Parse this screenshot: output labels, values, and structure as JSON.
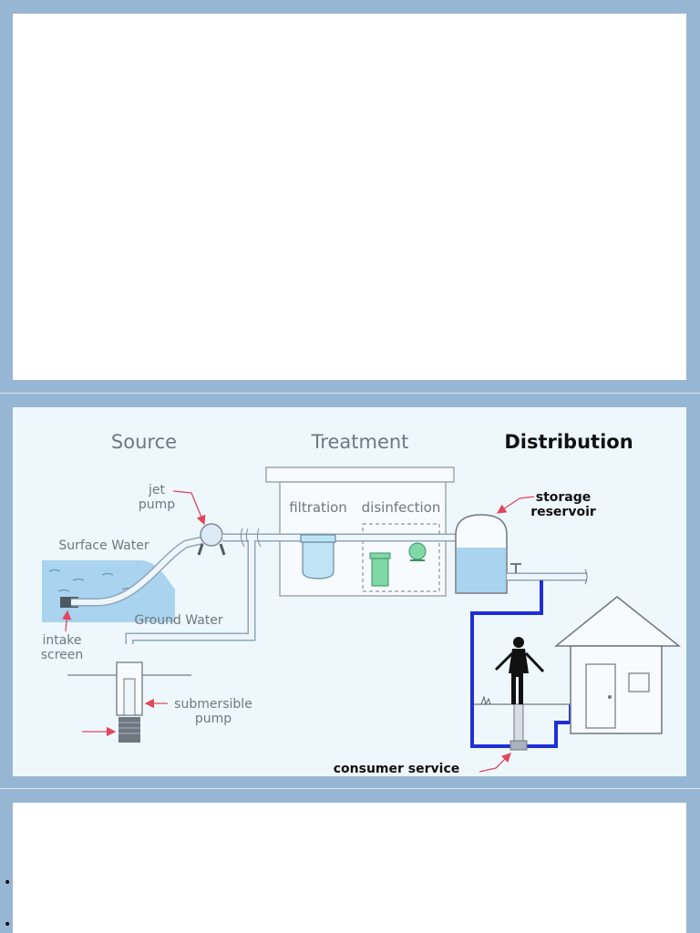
{
  "diagram": {
    "headings": {
      "source": "Source",
      "treatment": "Treatment",
      "distribution": "Distribution"
    },
    "labels": {
      "jet_pump_line1": "jet",
      "jet_pump_line2": "pump",
      "filtration": "filtration",
      "disinfection": "disinfection",
      "storage_line1": "storage",
      "storage_line2": "reservoir",
      "surface_water": "Surface Water",
      "ground_water": "Ground Water",
      "intake_line1": "intake",
      "intake_line2": "screen",
      "submersible_line1": "submersible",
      "submersible_line2": "pump",
      "consumer_service": "consumer service"
    },
    "colors": {
      "pipe_fill": "#eef6fb",
      "pipe_stroke": "#8fa6bb",
      "water": "#a9d3ee",
      "filter": "#bfe4f6",
      "disinfect": "#7fd9a6",
      "service_line": "#1f2fd6",
      "arrow": "#e2475c",
      "heading_light": "#6f7780",
      "heading_dark": "#111111"
    }
  },
  "bullets": [
    "•",
    "•"
  ]
}
